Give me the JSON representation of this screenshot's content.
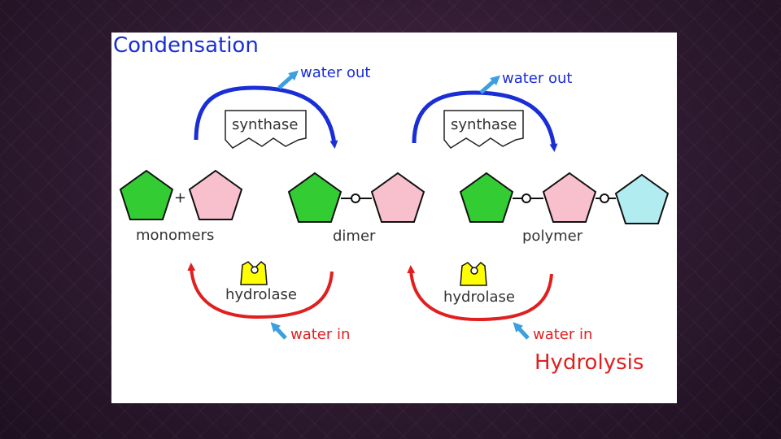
{
  "diagram": {
    "title_condensation": "Condensation",
    "title_hydrolysis": "Hydrolysis",
    "water_out_label": "water out",
    "water_in_label": "water in",
    "synthase_label": "synthase",
    "hydrolase_label": "hydrolase",
    "plus_sign": "+",
    "monomers_label": "monomers",
    "dimer_label": "dimer",
    "polymer_label": "polymer"
  },
  "colors": {
    "condensation_blue": "#1a2ed6",
    "hydrolysis_red": "#e02020",
    "water_arrow": "#3b9fe0",
    "green_monomer": "#33cc33",
    "pink_monomer": "#f8c0cc",
    "cyan_monomer": "#b0ecf0",
    "enzyme_yellow": "#ffff00"
  }
}
